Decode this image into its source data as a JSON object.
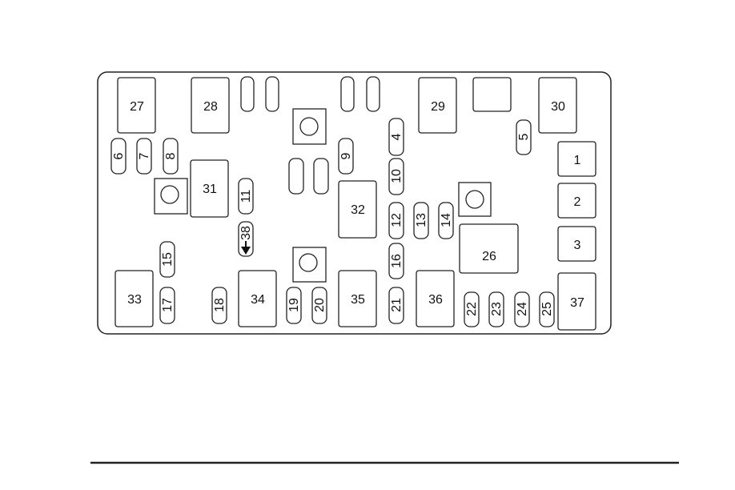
{
  "labels": {
    "f1": "1",
    "f2": "2",
    "f3": "3",
    "f4": "4",
    "f5": "5",
    "f6": "6",
    "f7": "7",
    "f8": "8",
    "f9": "9",
    "f10": "10",
    "f11": "11",
    "f12": "12",
    "f13": "13",
    "f14": "14",
    "f15": "15",
    "f16": "16",
    "f17": "17",
    "f18": "18",
    "f19": "19",
    "f20": "20",
    "f21": "21",
    "f22": "22",
    "f23": "23",
    "f24": "24",
    "f25": "25",
    "r26": "26",
    "r27": "27",
    "r28": "28",
    "r29": "29",
    "r30": "30",
    "r31": "31",
    "r32": "32",
    "r33": "33",
    "r34": "34",
    "r35": "35",
    "r36": "36",
    "r37": "37",
    "f38": "38"
  }
}
